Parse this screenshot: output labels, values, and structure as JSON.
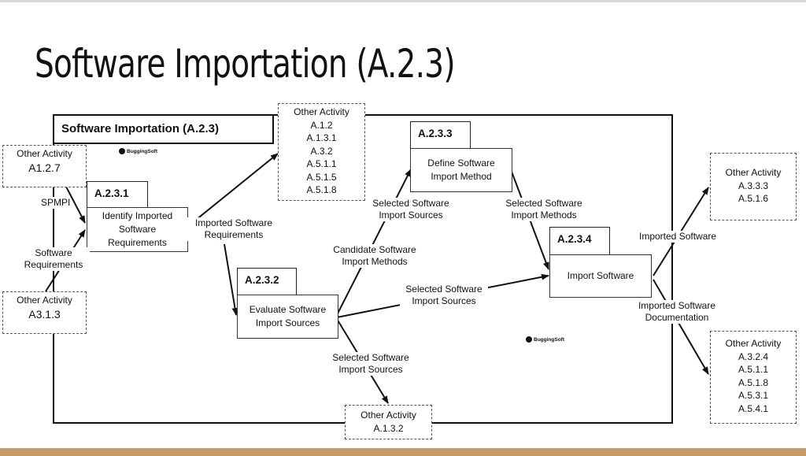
{
  "slide": {
    "title": "Software Importation (A.2.3)"
  },
  "diagram": {
    "frame_title": "Software Importation (A.2.3)",
    "logo_text": "BuggingSoft",
    "processes": [
      {
        "id": "A.2.3.1",
        "label": "Identify Imported Software Requirements"
      },
      {
        "id": "A.2.3.2",
        "label": "Evaluate Software Import Sources"
      },
      {
        "id": "A.2.3.3",
        "label": "Define Software Import Method"
      },
      {
        "id": "A.2.3.4",
        "label": "Import Software"
      }
    ],
    "external_activities": [
      {
        "title": "Other Activity",
        "refs": [
          "A1.2.7"
        ]
      },
      {
        "title": "Other Activity",
        "refs": [
          "A3.1.3"
        ]
      },
      {
        "title": "Other Activity",
        "refs": [
          "A.1.2",
          "A.1.3.1",
          "A.3.2",
          "A.5.1.1",
          "A.5.1.5",
          "A.5.1.8"
        ]
      },
      {
        "title": "Other Activity",
        "refs": [
          "A.3.3.3",
          "A.5.1.6"
        ]
      },
      {
        "title": "Other Activity",
        "refs": [
          "A.3.2.4",
          "A.5.1.1",
          "A.5.1.8",
          "A.5.3.1",
          "A.5.4.1"
        ]
      },
      {
        "title": "Other Activity",
        "refs": [
          "A.1.3.2"
        ]
      }
    ],
    "flows": {
      "spmpi": "SPMPI",
      "software_requirements": "Software Requirements",
      "imported_software_requirements": "Imported Software Requirements",
      "selected_sources_to_method": "Selected Software Import Sources",
      "candidate_methods": "Candidate Software Import Methods",
      "selected_methods": "Selected Software Import Methods",
      "selected_sources_to_import": "Selected Software Import Sources",
      "selected_sources_to_other": "Selected Software Import Sources",
      "imported_software": "Imported Software",
      "imported_software_documentation": "Imported Software Documentation"
    }
  },
  "colors": {
    "frame": "#111111",
    "bottom_bar": "#c49a67",
    "dashed_border": "#555555"
  }
}
